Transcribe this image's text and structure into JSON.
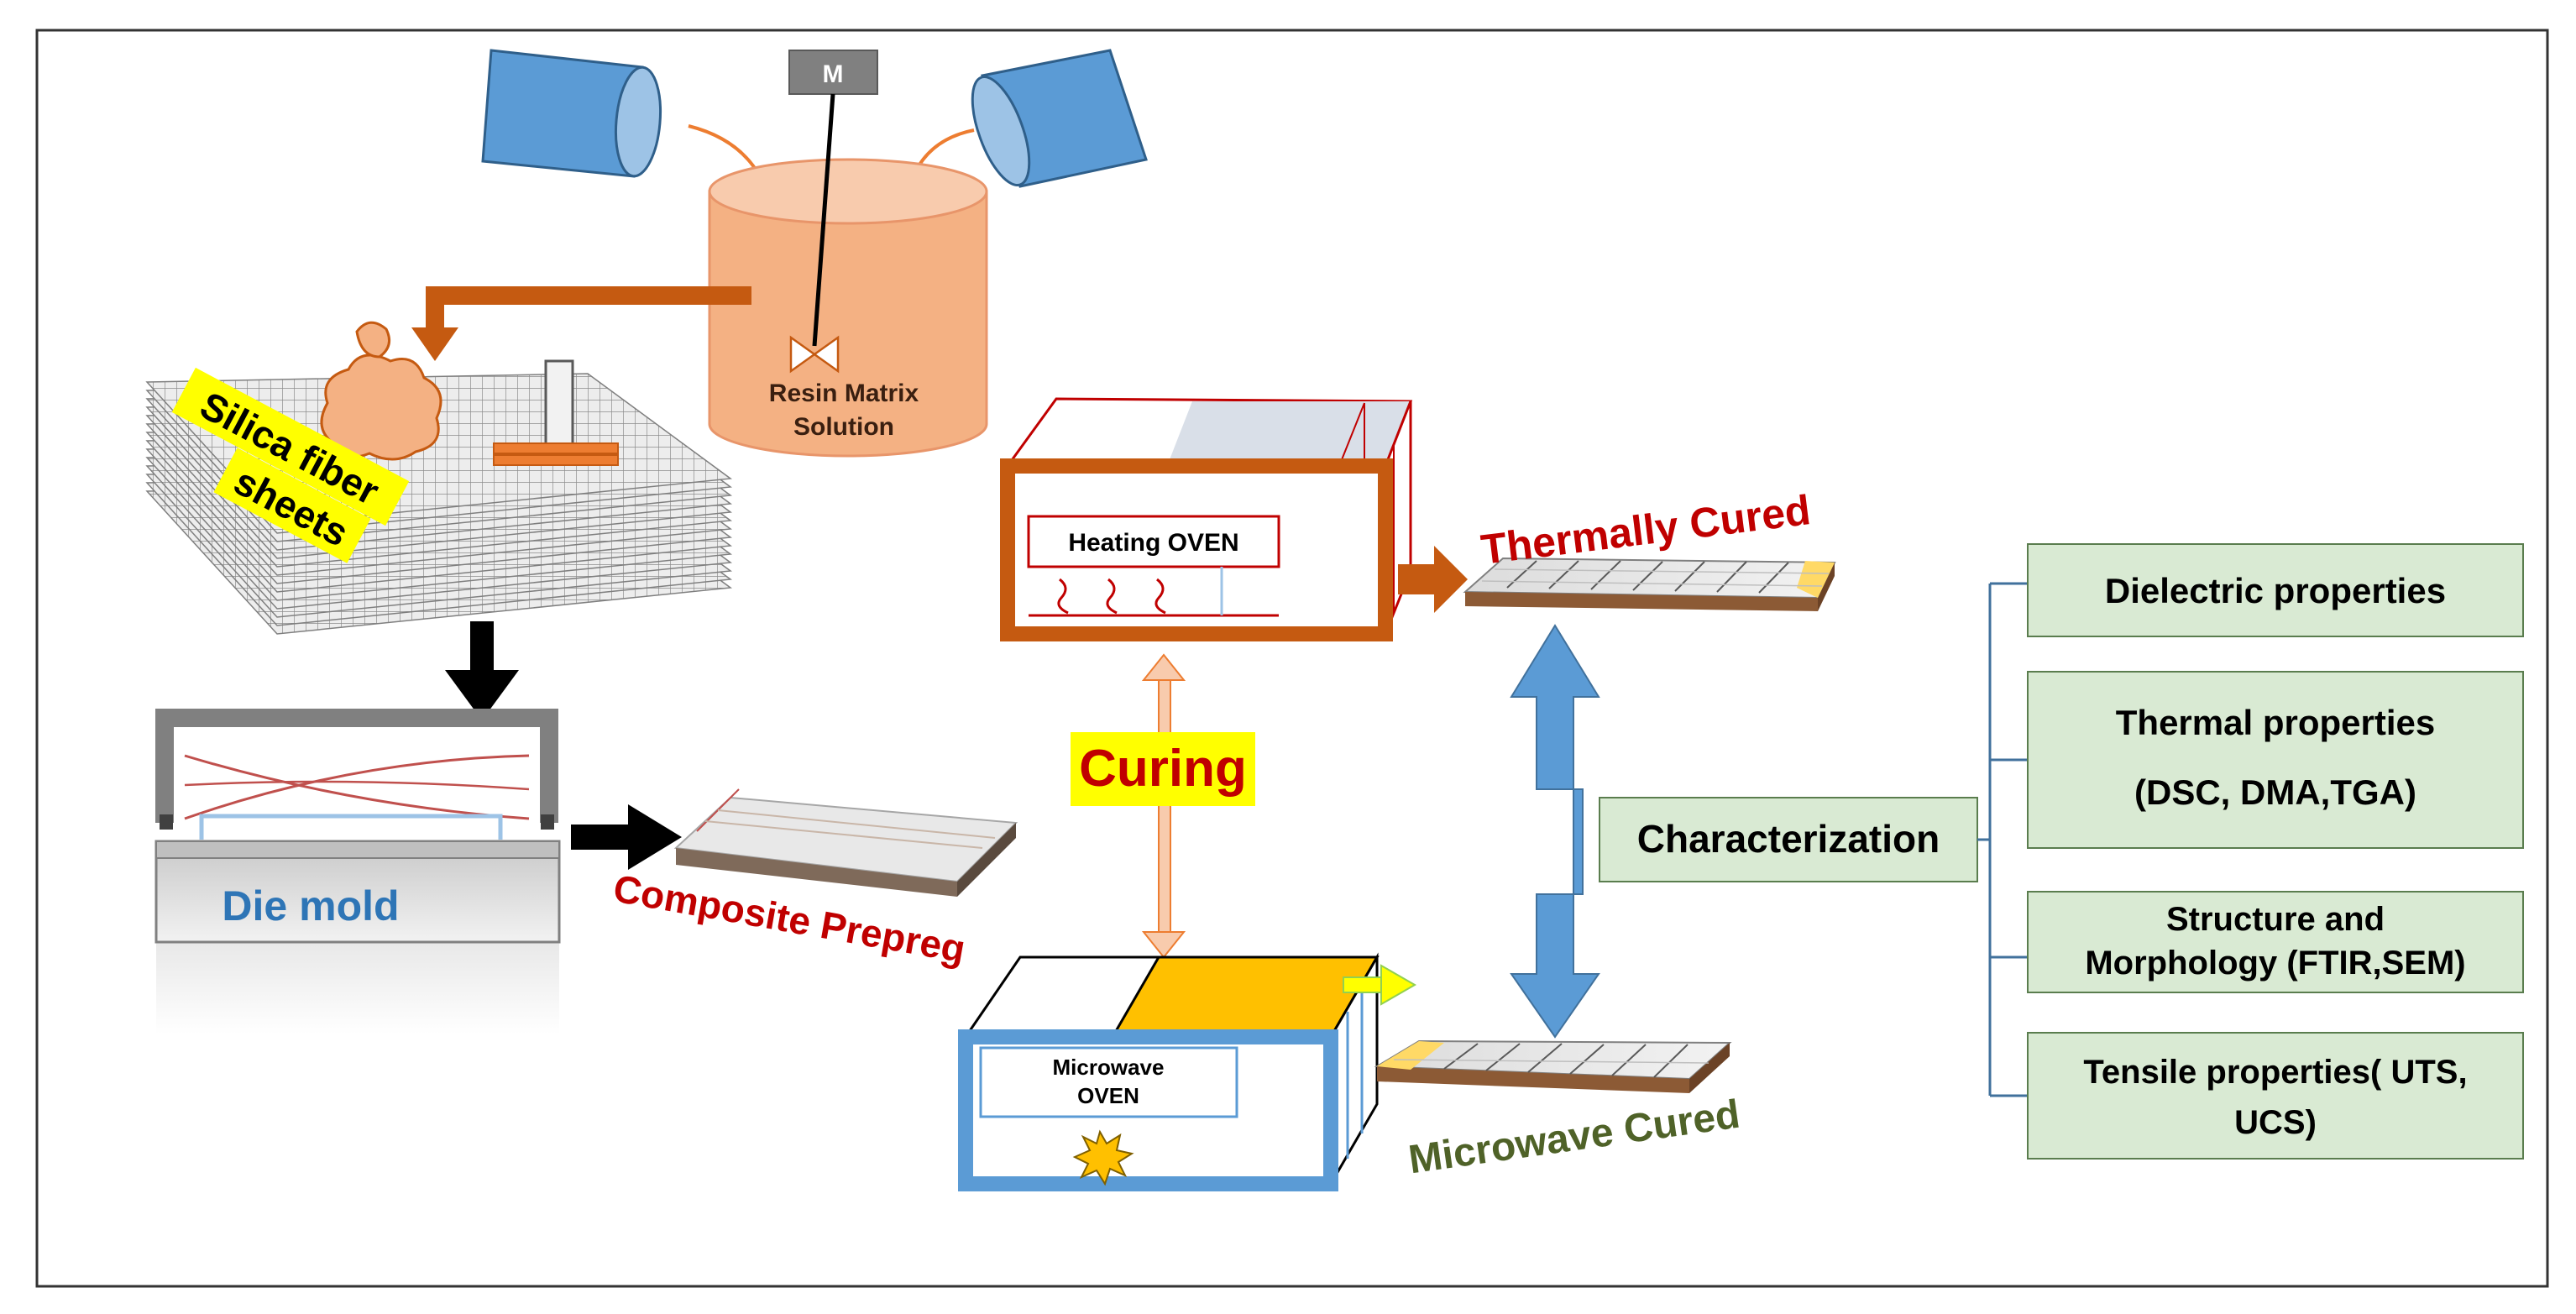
{
  "mixer": {
    "motor_label": "M",
    "tank_label_line1": "Resin Matrix",
    "tank_label_line2": "Solution"
  },
  "fiber": {
    "label_line1": "Silica fiber",
    "label_line2": "sheets"
  },
  "mold": {
    "label": "Die mold"
  },
  "prepreg": {
    "label": "Composite Prepreg"
  },
  "curing": {
    "label": "Curing"
  },
  "heating_oven": {
    "label": "Heating OVEN"
  },
  "microwave_oven": {
    "label_line1": "Microwave",
    "label_line2": "OVEN"
  },
  "thermal": {
    "label": "Thermally Cured"
  },
  "microwave_cured": {
    "label": "Microwave Cured"
  },
  "characterization": {
    "label": "Characterization",
    "items": [
      {
        "line1": "Dielectric properties",
        "line2": ""
      },
      {
        "line1": "Thermal properties",
        "line2": "(DSC, DMA,TGA)"
      },
      {
        "line1": "Structure and",
        "line2": "Morphology (FTIR,SEM)"
      },
      {
        "line1": "Tensile properties( UTS,",
        "line2": "UCS)"
      }
    ]
  },
  "colors": {
    "resin": "#f4b183",
    "resin_stroke": "#e8956a",
    "container_blue": "#5b9bd5",
    "arrow_brown": "#c55a11",
    "oven_red": "#c0504d",
    "oven_stroke": "#c00000",
    "box_green": "#d9ead3",
    "box_green_stroke": "#5a7d4e",
    "highlight_yellow": "#ffff00",
    "microwave_orange": "#ffc000",
    "dark_red_text": "#c00000",
    "green_text": "#4f6228",
    "blue_text": "#2e75b6"
  }
}
